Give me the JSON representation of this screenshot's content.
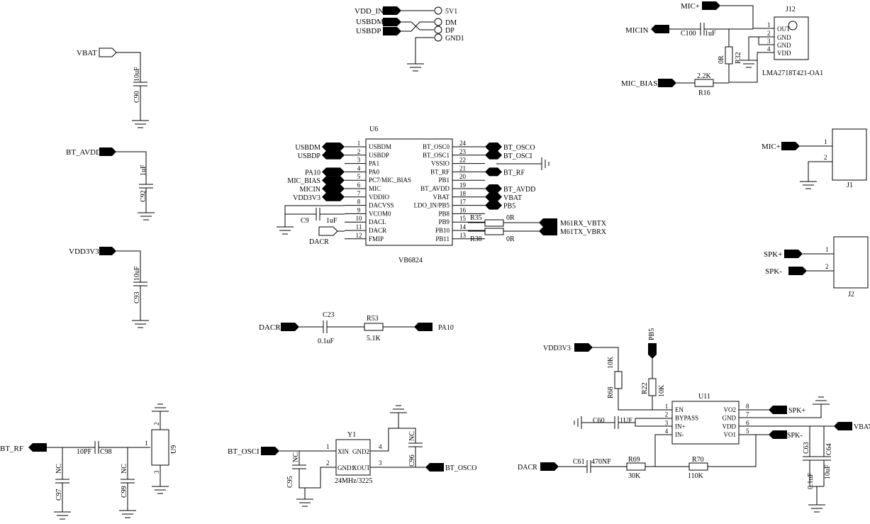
{
  "power": {
    "vbat": "VBAT",
    "bt_avdd": "BT_AVDD",
    "vdd3v3": "VDD3V3",
    "c90": "C90",
    "c90_val": "10uF",
    "c92": "C92",
    "c92_val": "1uF",
    "c93": "C93",
    "c93_val": "10uF"
  },
  "usb": {
    "vdd_in": "VDD_IN",
    "usbdm": "USBDM",
    "usbdp": "USBDP",
    "p_5v1": "5V1",
    "p_dm": "DM",
    "p_dp": "DP",
    "p_gnd1": "GND1"
  },
  "mic": {
    "mic_plus": "MIC+",
    "micin": "MICIN",
    "mic_bias": "MIC_BIAS",
    "c100": "C100",
    "c100_val": "1uF",
    "r32": "R32",
    "r32_val": "0R",
    "r16": "R16",
    "r16_val": "2.2K",
    "j12": "J12",
    "j12_part": "LMA2718T421-OA1",
    "j12_pins": [
      "OUT",
      "GND",
      "GND",
      "VDD"
    ],
    "j12_nums": [
      "1",
      "2",
      "3",
      "4"
    ]
  },
  "u6": {
    "ref": "U6",
    "part": "VB6824",
    "left_pins": [
      {
        "num": "1",
        "name": "USBDM",
        "net": "USBDM"
      },
      {
        "num": "2",
        "name": "USBDP",
        "net": "USBDP"
      },
      {
        "num": "3",
        "name": "PA1",
        "net": ""
      },
      {
        "num": "4",
        "name": "PA0",
        "net": "PA10"
      },
      {
        "num": "5",
        "name": "PC7/MIC_BIAS",
        "net": "MIC_BIAS"
      },
      {
        "num": "6",
        "name": "MIC",
        "net": "MICIN"
      },
      {
        "num": "7",
        "name": "VDDIO",
        "net": "VDD3V3"
      },
      {
        "num": "8",
        "name": "DACVSS",
        "net": ""
      },
      {
        "num": "9",
        "name": "VCOM0",
        "net": ""
      },
      {
        "num": "10",
        "name": "DACL",
        "net": ""
      },
      {
        "num": "11",
        "name": "DACR",
        "net": ""
      },
      {
        "num": "12",
        "name": "FMIP",
        "net": ""
      }
    ],
    "right_pins": [
      {
        "num": "24",
        "name": "BT_OSC0",
        "net": "BT_OSCO"
      },
      {
        "num": "23",
        "name": "BT_OSC1",
        "net": "BT_OSCI"
      },
      {
        "num": "22",
        "name": "VSSIO",
        "net": ""
      },
      {
        "num": "21",
        "name": "BT_RF",
        "net": "BT_RF"
      },
      {
        "num": "20",
        "name": "PB1",
        "net": ""
      },
      {
        "num": "19",
        "name": "BT_AVDD",
        "net": "BT_AVDD"
      },
      {
        "num": "18",
        "name": "VBAT",
        "net": "VBAT"
      },
      {
        "num": "17",
        "name": "LDO_IN/PB5",
        "net": "PB5"
      },
      {
        "num": "16",
        "name": "PB8",
        "net": ""
      },
      {
        "num": "15",
        "name": "PB9",
        "net": ""
      },
      {
        "num": "14",
        "name": "PB10",
        "net": ""
      },
      {
        "num": "13",
        "name": "PB11",
        "net": ""
      }
    ],
    "c9": "C9",
    "c9_val": "1uF",
    "dacr": "DACR",
    "r35": "R35",
    "r35_val": "0R",
    "r38": "R38",
    "r38_val": "0R",
    "m61rx": "M61RX_VBTX",
    "m61tx": "M61TX_VBRX"
  },
  "rc": {
    "dacr": "DACR",
    "c23": "C23",
    "c23_val": "0.1uF",
    "r53": "R53",
    "r53_val": "5.1K",
    "pa10": "PA10"
  },
  "connectors": {
    "j1": "J1",
    "j1_net1": "MIC+",
    "j1_n1": "1",
    "j1_n2": "2",
    "j2": "J2",
    "j2_net1": "SPK+",
    "j2_net2": "SPK-",
    "j2_n1": "1",
    "j2_n2": "2"
  },
  "rf": {
    "bt_rf": "BT_RF",
    "c98": "C98",
    "c98_val": "10PF",
    "c97": "C97",
    "c97_val": "NC",
    "c99": "C99",
    "c99_val": "NC",
    "u9": "U9",
    "u9_p1": "1",
    "u9_p2": "2",
    "u9_p3": "3"
  },
  "xtal": {
    "bt_osci": "BT_OSCI",
    "bt_osco": "BT_OSCO",
    "y1": "Y1",
    "y1_val": "24MHz/3225",
    "xin": "XIN",
    "gnd2": "GND2",
    "gnd1": "GND1",
    "xout": "XOUT",
    "n1": "1",
    "n2": "2",
    "n3": "3",
    "n4": "4",
    "c95": "C95",
    "c95_val": "NC",
    "c96": "C96",
    "c96_val": "NC"
  },
  "amp": {
    "vdd3v3": "VDD3V3",
    "pb5": "PB5",
    "r68": "R68",
    "r68_val": "10K",
    "r22": "R22",
    "r22_val": "10K",
    "u11": "U11",
    "left_pins": [
      {
        "num": "1",
        "name": "EN"
      },
      {
        "num": "2",
        "name": "BYPASS"
      },
      {
        "num": "3",
        "name": "IN+"
      },
      {
        "num": "4",
        "name": "IN-"
      }
    ],
    "right_pins": [
      {
        "num": "8",
        "name": "VO2"
      },
      {
        "num": "7",
        "name": "GND"
      },
      {
        "num": "6",
        "name": "VDD"
      },
      {
        "num": "5",
        "name": "VO1"
      }
    ],
    "c60": "C60",
    "c60_val": "1UF",
    "dacr": "DACR",
    "c61": "C61",
    "c61_val": "470NF",
    "r69": "R69",
    "r69_val": "30K",
    "r70": "R70",
    "r70_val": "110K",
    "spk_plus": "SPK+",
    "spk_minus": "SPK-",
    "vbat": "VBAT",
    "c63": "C63",
    "c63_val": "0.1uF",
    "c64": "C64",
    "c64_val": "10uF"
  }
}
